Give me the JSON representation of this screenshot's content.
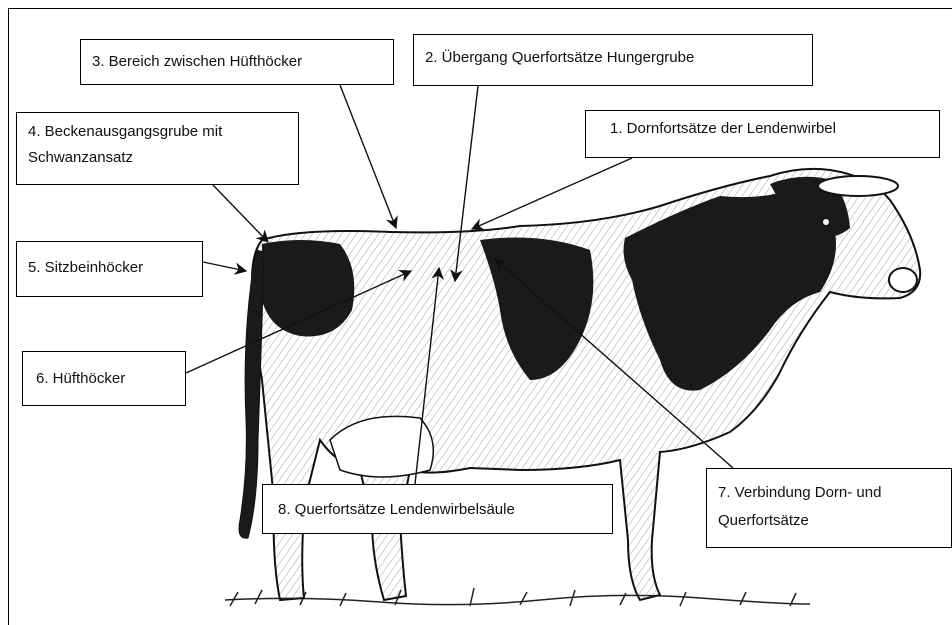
{
  "labels": {
    "l1": {
      "text": "1.    Dornfortsätze der Lendenwirbel"
    },
    "l2": {
      "text": "2. Übergang Querfortsätze  Hungergrube"
    },
    "l3": {
      "text": "3. Bereich zwischen Hüfthöcker"
    },
    "l4": {
      "line1": "4. Beckenausgangsgrube mit",
      "line2": "Schwanzansatz"
    },
    "l5": {
      "text": "5. Sitzbeinhöcker"
    },
    "l6": {
      "text": "6. Hüfthöcker"
    },
    "l7": {
      "line1": "7. Verbindung Dorn- und",
      "line2": "Querfortsätze"
    },
    "l8": {
      "text": "8. Querfortsätze Lendenwirbelsäule"
    }
  },
  "colors": {
    "ink": "#111111",
    "coat_dark": "#1a1a1a",
    "background": "#ffffff"
  },
  "figure": "holstein-cow-illustration"
}
